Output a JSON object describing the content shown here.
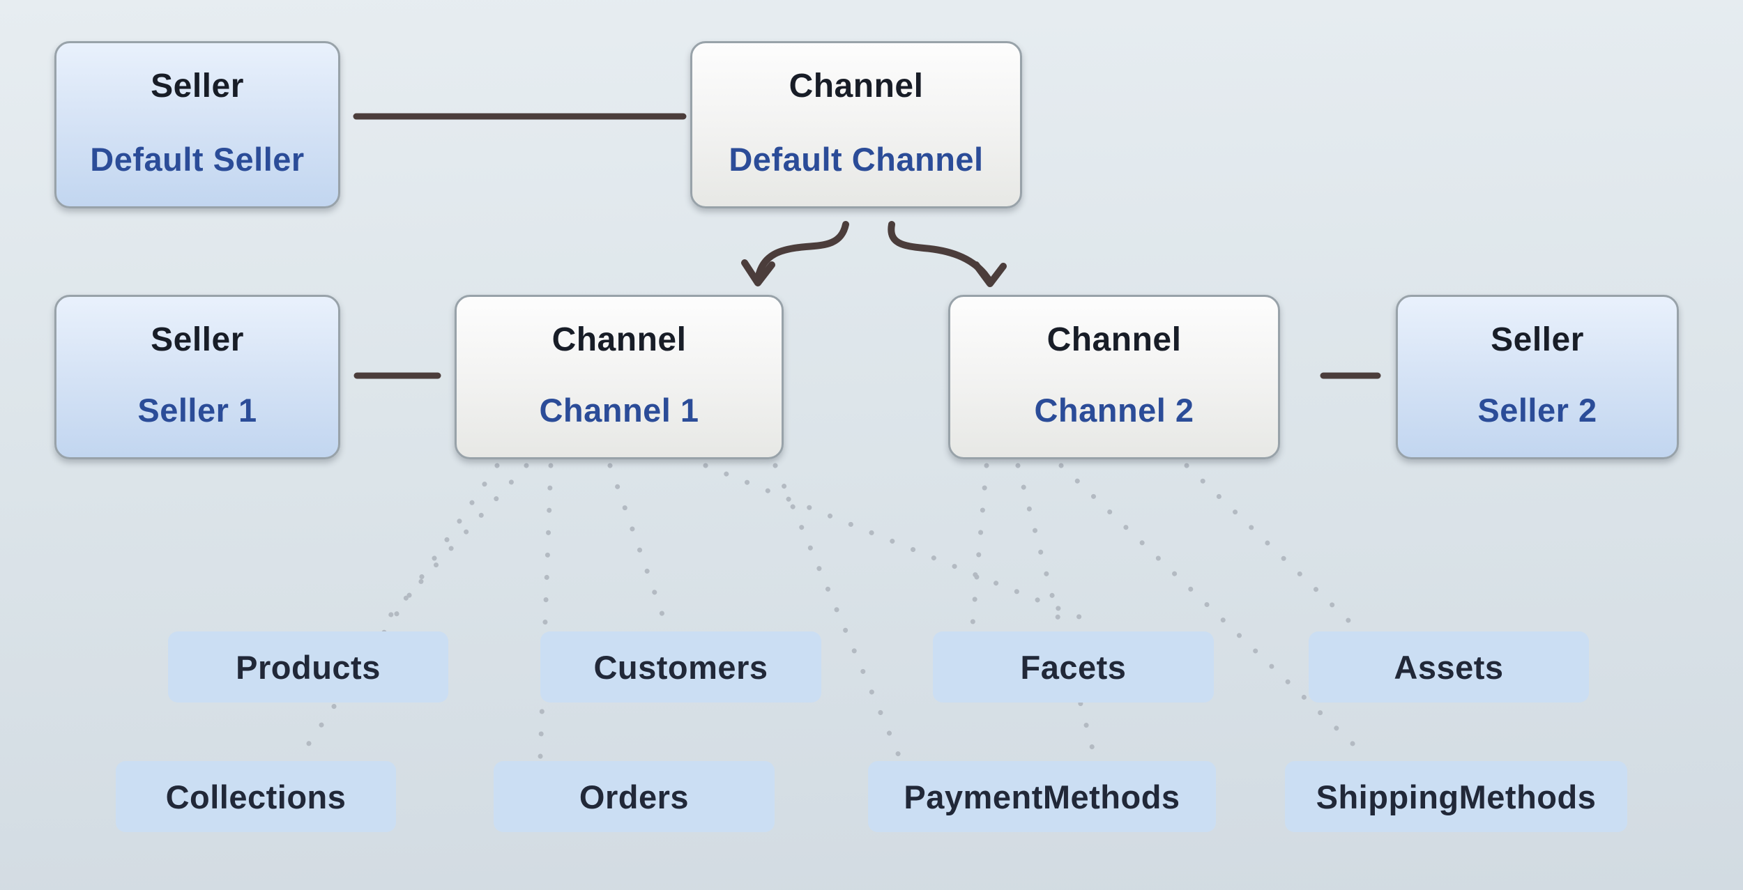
{
  "title": "Channels and Sellers diagram",
  "colors": {
    "bg_top": "#e7edf1",
    "bg_bottom": "#d2dbe2",
    "box_border": "#98a2a9",
    "seller_top": "#e9f1fc",
    "seller_bottom": "#c2d6f0",
    "channel_top": "#fdfdfd",
    "channel_bottom": "#e7e8e5",
    "entity_bg": "#cbdef3",
    "type_text": "#181d27",
    "name_text": "#2b4c98",
    "entity_text": "#212838",
    "connector": "#4b3d3b",
    "dotted": "#b3bac2"
  },
  "nodes": [
    {
      "type": "Seller",
      "name": "Default Seller"
    },
    {
      "type": "Channel",
      "name": "Default Channel"
    },
    {
      "type": "Seller",
      "name": "Seller 1"
    },
    {
      "type": "Channel",
      "name": "Channel 1"
    },
    {
      "type": "Channel",
      "name": "Channel 2"
    },
    {
      "type": "Seller",
      "name": "Seller 2"
    }
  ],
  "entities": [
    "Products",
    "Customers",
    "Facets",
    "Assets",
    "Collections",
    "Orders",
    "PaymentMethods",
    "ShippingMethods"
  ],
  "relationships": {
    "solid": [
      "Default Seller — Default Channel",
      "Seller 1 — Channel 1",
      "Channel 2 — Seller 2"
    ],
    "arrows": [
      "Default Channel → Channel 1",
      "Default Channel → Channel 2"
    ],
    "dotted": [
      "Channel 1 ⋯ Products",
      "Channel 1 ⋯ Collections",
      "Channel 1 ⋯ Orders",
      "Channel 1 ⋯ Customers",
      "Channel 1 ⋯ Facets",
      "Channel 1 ⋯ PaymentMethods",
      "Channel 2 ⋯ Facets",
      "Channel 2 ⋯ PaymentMethods",
      "Channel 2 ⋯ ShippingMethods",
      "Channel 2 ⋯ Assets"
    ]
  }
}
